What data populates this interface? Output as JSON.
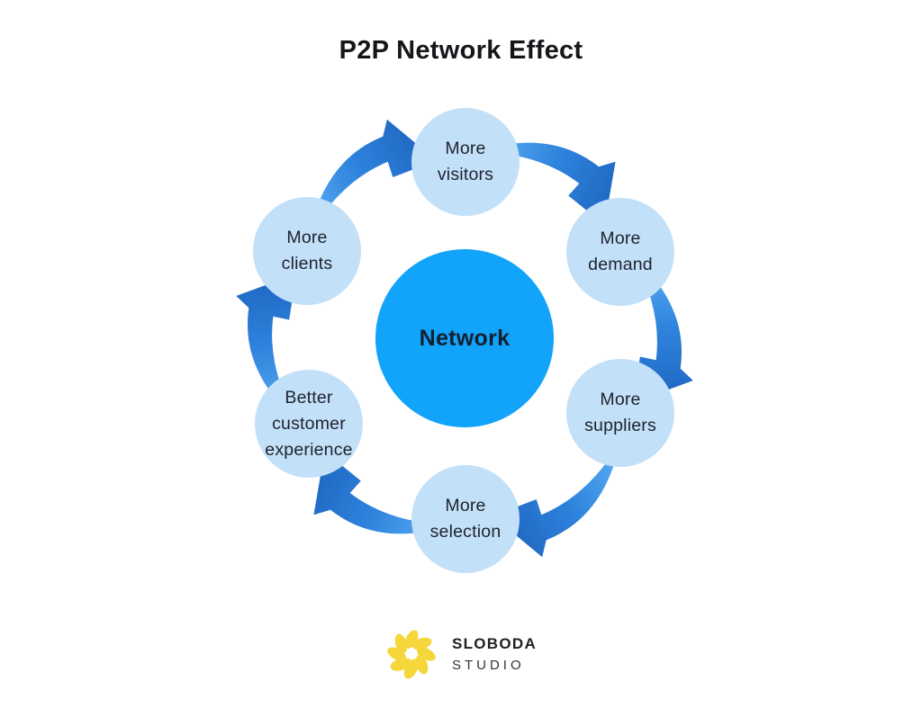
{
  "title": "P2P Network Effect",
  "diagram": {
    "center_label": "Network",
    "nodes": [
      {
        "id": "more-visitors",
        "label": "More\nvisitors"
      },
      {
        "id": "more-demand",
        "label": "More\ndemand"
      },
      {
        "id": "more-suppliers",
        "label": "More\nsuppliers"
      },
      {
        "id": "more-selection",
        "label": "More\nselection"
      },
      {
        "id": "better-customer-experience",
        "label": "Better\ncustomer\nexperience"
      },
      {
        "id": "more-clients",
        "label": "More\nclients"
      }
    ],
    "flow": [
      {
        "from": "More clients",
        "to": "More visitors"
      },
      {
        "from": "More visitors",
        "to": "More demand"
      },
      {
        "from": "More demand",
        "to": "More suppliers"
      },
      {
        "from": "More suppliers",
        "to": "More selection"
      },
      {
        "from": "More selection",
        "to": "Better customer experience"
      },
      {
        "from": "Better customer experience",
        "to": "More clients"
      }
    ]
  },
  "colors": {
    "hub_circle": "#12a3fb",
    "satellite_circle": "#c3e0f9",
    "arrow_light": "#5fb0f4",
    "arrow_dark": "#1e66c2",
    "logo_yellow": "#f5d63b",
    "text_dark": "#20242e"
  },
  "logo": {
    "icon": "flower-icon",
    "line1": "SLOBODA",
    "line2": "STUDIO"
  }
}
